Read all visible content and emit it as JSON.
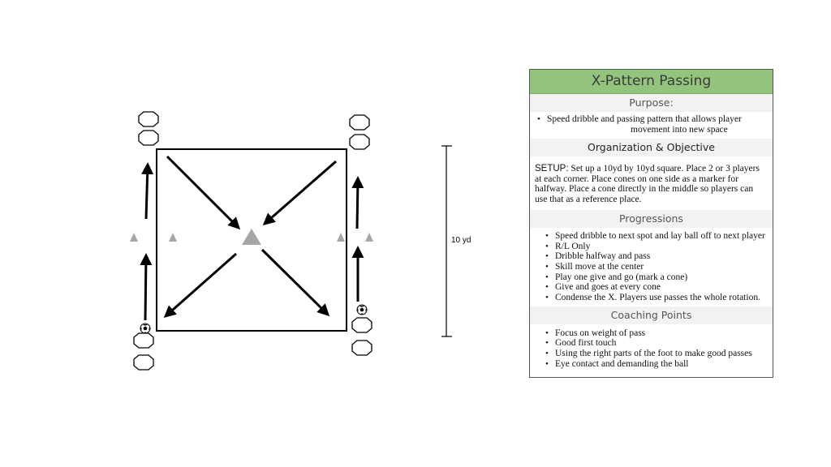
{
  "card": {
    "title": "X-Pattern Passing",
    "purpose_heading": "Purpose:",
    "purpose_items": [
      "Speed dribble and passing pattern that allows player movement into new space"
    ],
    "purpose_line1": "Speed dribble and passing pattern that allows player",
    "purpose_line2": "movement into new space",
    "org_heading": "Organization & Objective",
    "setup_label": "SETUP:",
    "setup_text": "Set up a 10yd by 10yd square. Place 2 or 3 players at each corner. Place cones on one side as a marker for halfway. Place a cone directly in the middle so players can use that as a reference place.",
    "progressions_heading": "Progressions",
    "progressions": [
      "Speed dribble to next spot and lay ball off to next player",
      "R/L Only",
      "Dribble halfway and pass",
      "Skill move at the center",
      "Play one give and go (mark a cone)",
      "Give and goes at every cone",
      "Condense the X. Players use passes the whole rotation."
    ],
    "coaching_heading": "Coaching Points",
    "coaching_points": [
      "Focus on weight of pass",
      "Good first touch",
      "Using the right parts of the foot to make good passes",
      "Eye contact and demanding the ball"
    ]
  },
  "diagram": {
    "distance_label": "10 yd",
    "icons": [
      "player-octagon-icon",
      "cone-icon",
      "soccer-ball-icon",
      "arrow-icon"
    ],
    "colors": {
      "header": "#93c47d",
      "cone": "#a6a6a6",
      "line": "#000000"
    }
  }
}
